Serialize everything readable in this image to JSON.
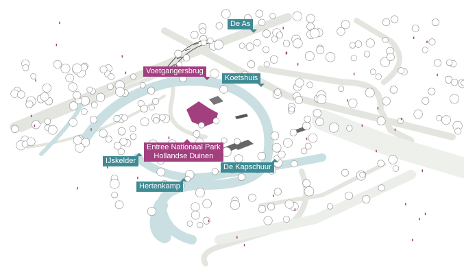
{
  "map": {
    "labels": {
      "de_as": "De As",
      "voetgangersbrug": "Voetgangersbrug",
      "koetshuis": "Koetshuis",
      "entree_line1": "Entree Nationaal Park",
      "entree_line2": "Hollandse Duinen",
      "ijskelder": "IJskelder",
      "de_kapschuur": "De Kapschuur",
      "hertenkamp": "Hertenkamp"
    },
    "colors": {
      "teal_label": "#3f8b94",
      "magenta_label": "#a2407f",
      "water": "#c9dfe2",
      "road": "#e4e6e1",
      "building": "#6b6b6b",
      "entrance_building": "#a2407f"
    }
  }
}
